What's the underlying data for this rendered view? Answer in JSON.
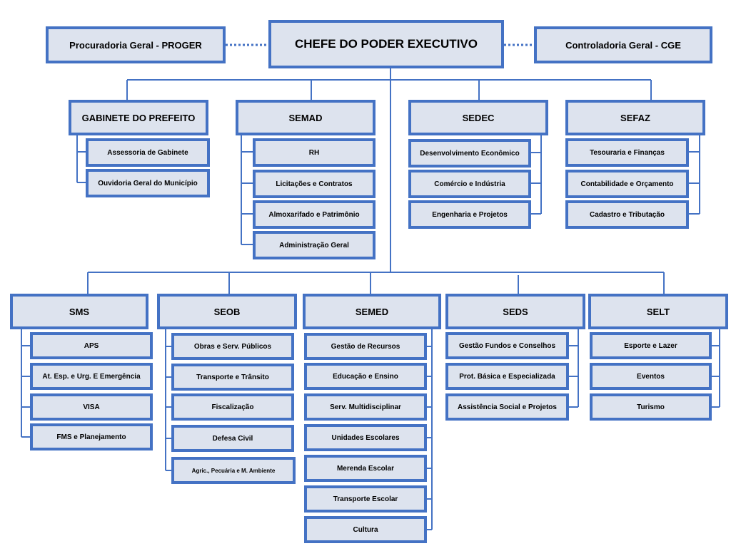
{
  "chief": "CHEFE DO PODER EXECUTIVO",
  "left_advisor": "Procuradoria Geral - PROGER",
  "right_advisor": "Controladoria Geral - CGE",
  "upper_depts": [
    {
      "name": "GABINETE DO PREFEITO",
      "units": [
        "Assessoria de Gabinete",
        "Ouvidoria Geral do Município"
      ]
    },
    {
      "name": "SEMAD",
      "units": [
        "RH",
        "Licitações e Contratos",
        "Almoxarifado e Patrimônio",
        "Administração Geral"
      ]
    },
    {
      "name": "SEDEC",
      "units": [
        "Desenvolvimento Econômico",
        "Comércio e Indústria",
        "Engenharia e Projetos"
      ]
    },
    {
      "name": "SEFAZ",
      "units": [
        "Tesouraria e Finanças",
        "Contabilidade e Orçamento",
        "Cadastro e Tributação"
      ]
    }
  ],
  "lower_depts": [
    {
      "name": "SMS",
      "units": [
        "APS",
        "At. Esp. e Urg. E Emergência",
        "VISA",
        "FMS e Planejamento"
      ]
    },
    {
      "name": "SEOB",
      "units": [
        "Obras e Serv. Públicos",
        "Transporte e Trânsito",
        "Fiscalização",
        "Defesa Civil",
        "Agric., Pecuária e M. Ambiente"
      ]
    },
    {
      "name": "SEMED",
      "units": [
        "Gestão de Recursos",
        "Educação e Ensino",
        "Serv. Multidisciplinar",
        "Unidades Escolares",
        "Merenda Escolar",
        "Transporte Escolar",
        "Cultura"
      ]
    },
    {
      "name": "SEDS",
      "units": [
        "Gestão Fundos e Conselhos",
        "Prot. Básica e Especializada",
        "Assistência Social e Projetos"
      ]
    },
    {
      "name": "SELT",
      "units": [
        "Esporte e Lazer",
        "Eventos",
        "Turismo"
      ]
    }
  ],
  "colors": {
    "border": "#4472c4",
    "fill": "#dde3ee",
    "text": "#000000"
  }
}
